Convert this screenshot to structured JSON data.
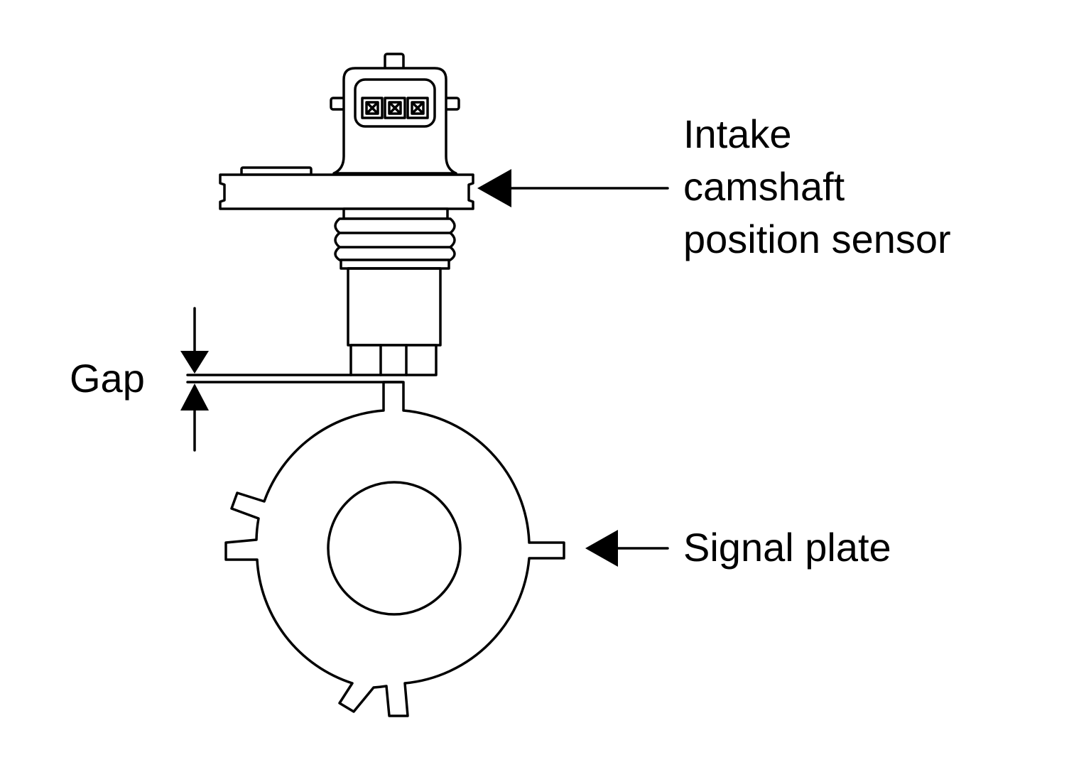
{
  "labels": {
    "sensor": [
      "Intake",
      "camshaft",
      "position sensor"
    ],
    "signal_plate": "Signal plate",
    "gap": "Gap"
  },
  "colors": {
    "line": "#000000",
    "background": "#ffffff"
  }
}
